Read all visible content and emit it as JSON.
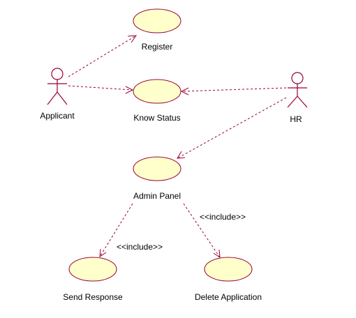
{
  "diagram": {
    "actors": {
      "applicant": "Applicant",
      "hr": "HR"
    },
    "use_cases": {
      "register": "Register",
      "know_status": "Know Status",
      "admin_panel": "Admin Panel",
      "send_response": "Send Response",
      "delete_application": "Delete Application"
    },
    "stereotypes": {
      "include_send_response": "<<include>>",
      "include_delete_application": "<<include>>"
    },
    "colors": {
      "use_case_fill": "#ffffcc",
      "line": "#990033",
      "text": "#000000"
    }
  }
}
